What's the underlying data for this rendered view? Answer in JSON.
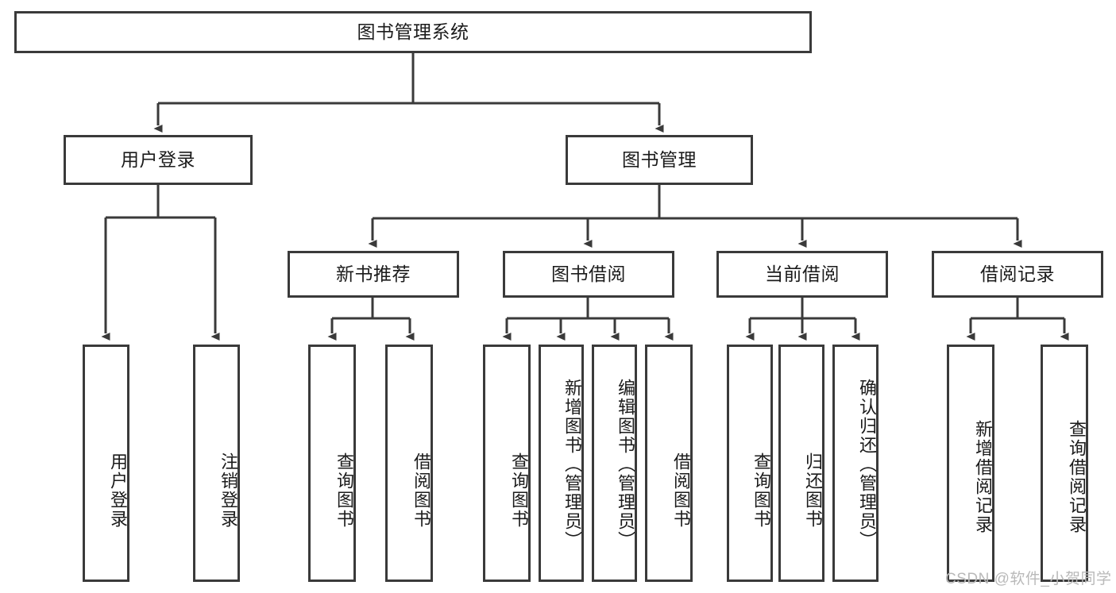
{
  "diagram": {
    "title_node": {
      "label": "图书管理系统"
    },
    "level2": [
      {
        "id": "user-login",
        "label": "用户登录"
      },
      {
        "id": "book-manage",
        "label": "图书管理"
      }
    ],
    "level3": [
      {
        "id": "new-book-recommend",
        "label": "新书推荐"
      },
      {
        "id": "book-borrow",
        "label": "图书借阅"
      },
      {
        "id": "current-borrow",
        "label": "当前借阅"
      },
      {
        "id": "borrow-record",
        "label": "借阅记录"
      }
    ],
    "leaves": [
      {
        "id": "leaf-user-login",
        "label": "用户登录",
        "parent": "user-login"
      },
      {
        "id": "leaf-logout",
        "label": "注销登录",
        "parent": "user-login"
      },
      {
        "id": "leaf-query-book-1",
        "label": "查询图书",
        "parent": "new-book-recommend"
      },
      {
        "id": "leaf-borrow-book-1",
        "label": "借阅图书",
        "parent": "new-book-recommend"
      },
      {
        "id": "leaf-query-book-2",
        "label": "查询图书",
        "parent": "book-borrow"
      },
      {
        "id": "leaf-add-book",
        "label": "新增图书（管理员）",
        "parent": "book-borrow"
      },
      {
        "id": "leaf-edit-book",
        "label": "编辑图书（管理员）",
        "parent": "book-borrow"
      },
      {
        "id": "leaf-borrow-book-2",
        "label": "借阅图书",
        "parent": "book-borrow"
      },
      {
        "id": "leaf-query-book-3",
        "label": "查询图书",
        "parent": "current-borrow"
      },
      {
        "id": "leaf-return-book",
        "label": "归还图书",
        "parent": "current-borrow"
      },
      {
        "id": "leaf-confirm-return",
        "label": "确认归还（管理员）",
        "parent": "current-borrow"
      },
      {
        "id": "leaf-add-record",
        "label": "新增借阅记录",
        "parent": "borrow-record"
      },
      {
        "id": "leaf-query-record",
        "label": "查询借阅记录",
        "parent": "borrow-record"
      }
    ],
    "watermark": "CSDN @软件_小贺同学",
    "colors": {
      "stroke": "#3a3a3a",
      "text": "#1b1b1b",
      "background": "#ffffff",
      "watermark": "#b9b9b9"
    }
  }
}
